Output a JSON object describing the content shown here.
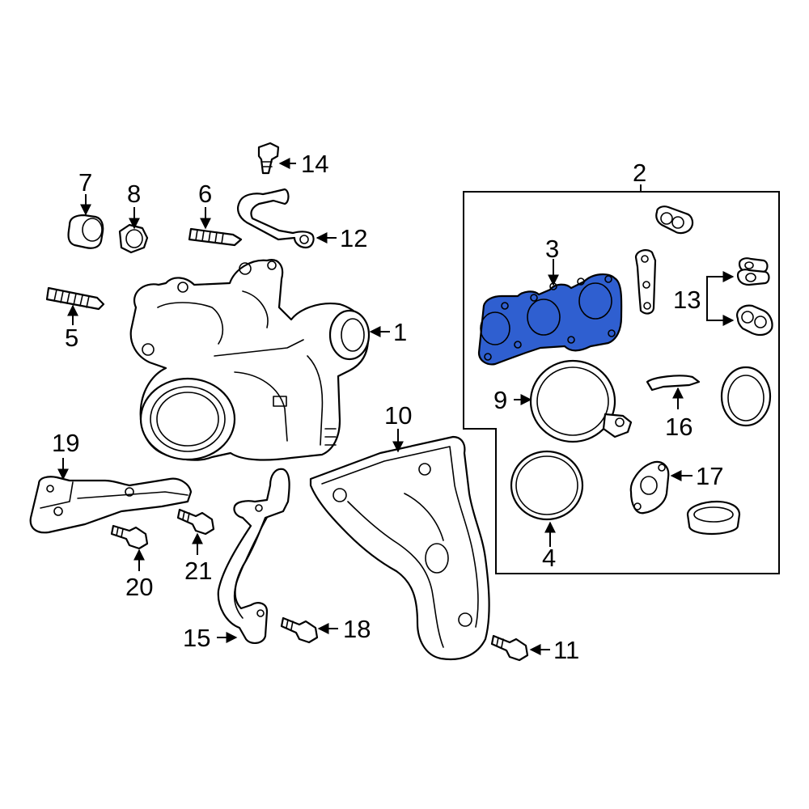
{
  "highlight_color": "#2f5fd0",
  "callouts": {
    "c1": "1",
    "c2": "2",
    "c3": "3",
    "c4": "4",
    "c5": "5",
    "c6": "6",
    "c7": "7",
    "c8": "8",
    "c9": "9",
    "c10": "10",
    "c11": "11",
    "c12": "12",
    "c13": "13",
    "c14": "14",
    "c15": "15",
    "c16": "16",
    "c17": "17",
    "c18": "18",
    "c19": "19",
    "c20": "20",
    "c21": "21"
  }
}
